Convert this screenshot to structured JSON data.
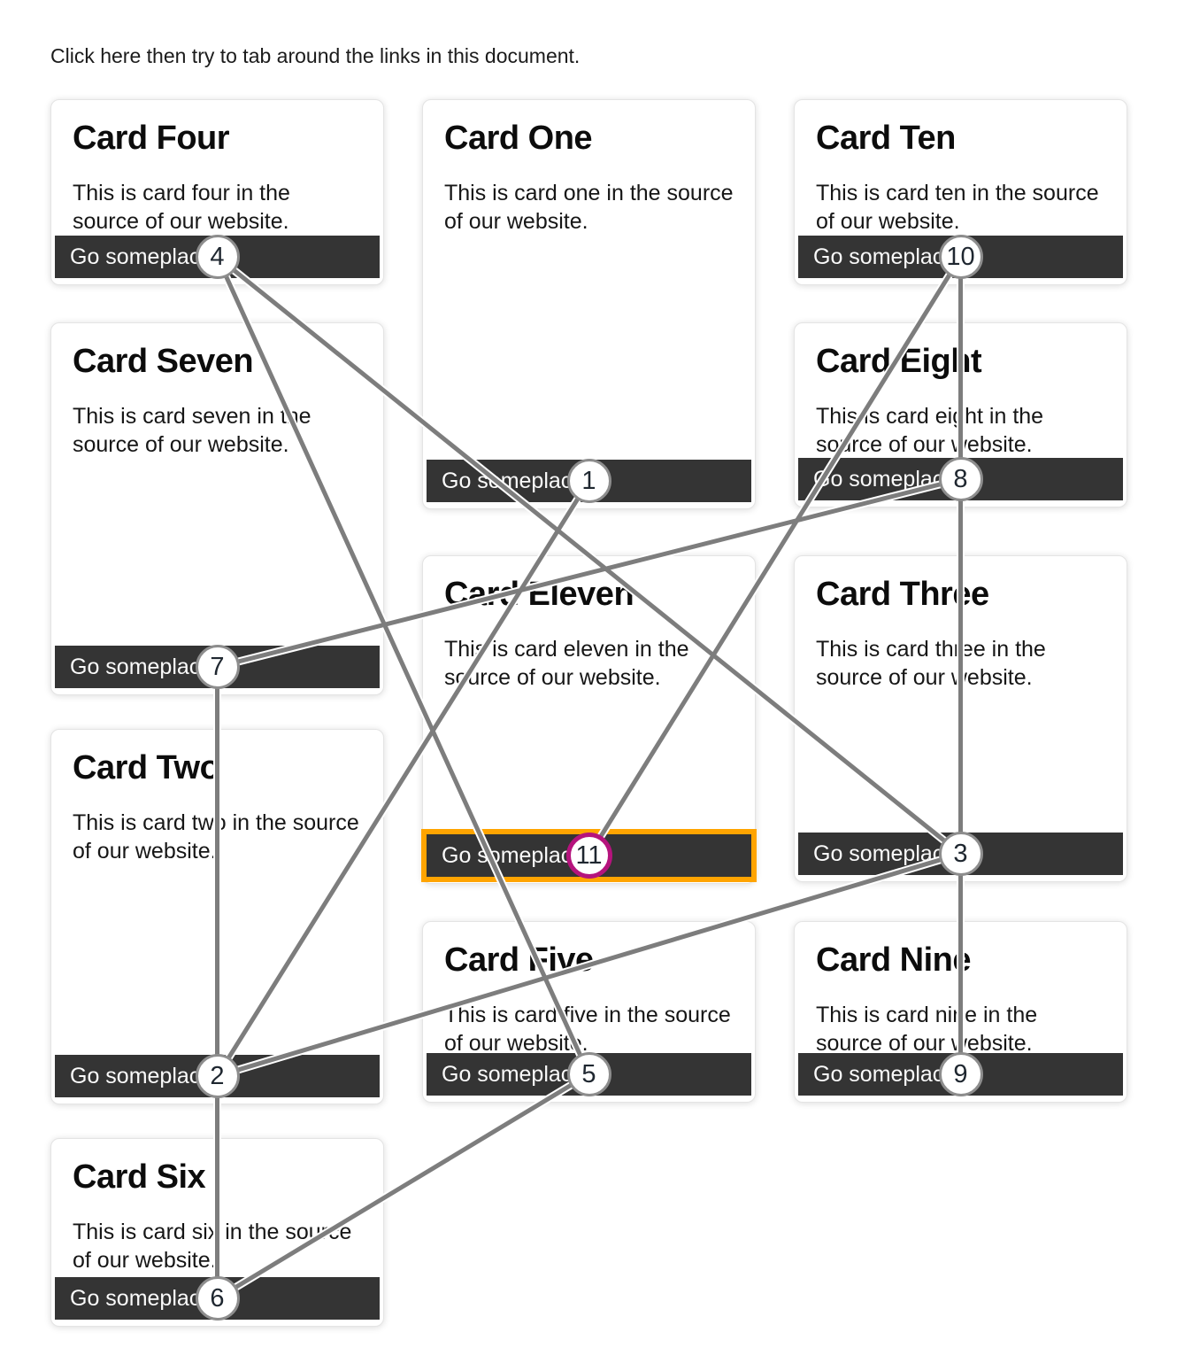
{
  "page": {
    "instruction": "Click here then try to tab around the links in this document."
  },
  "colors": {
    "line": "#7d7d7d",
    "marker_ring": "#8d8d8d",
    "current_marker_ring": "#b5137d",
    "focus_outline": "#ffa400",
    "button_bg": "#343434"
  },
  "cards": [
    {
      "key": "four",
      "title": "Card Four",
      "body": "This is card four in the source of our website.",
      "button_label": "Go someplace",
      "tab_index": 4,
      "focused": false
    },
    {
      "key": "one",
      "title": "Card One",
      "body": "This is card one in the source of our website.",
      "button_label": "Go someplace",
      "tab_index": 1,
      "focused": false
    },
    {
      "key": "ten",
      "title": "Card Ten",
      "body": "This is card ten in the source of our website.",
      "button_label": "Go someplace",
      "tab_index": 10,
      "focused": false
    },
    {
      "key": "seven",
      "title": "Card Seven",
      "body": "This is card seven in the source of our website.",
      "button_label": "Go someplace",
      "tab_index": 7,
      "focused": false
    },
    {
      "key": "eight",
      "title": "Card Eight",
      "body": "This is card eight in the source of our website.",
      "button_label": "Go someplace",
      "tab_index": 8,
      "focused": false
    },
    {
      "key": "eleven",
      "title": "Card Eleven",
      "body": "This is card eleven in the source of our website.",
      "button_label": "Go someplace",
      "tab_index": 11,
      "focused": true
    },
    {
      "key": "three",
      "title": "Card Three",
      "body": "This is card three in the source of our website.",
      "button_label": "Go someplace",
      "tab_index": 3,
      "focused": false
    },
    {
      "key": "two",
      "title": "Card Two",
      "body": "This is card two in the source of our website.",
      "button_label": "Go someplace",
      "tab_index": 2,
      "focused": false
    },
    {
      "key": "five",
      "title": "Card Five",
      "body": "This is card five in the source of our website.",
      "button_label": "Go someplace",
      "tab_index": 5,
      "focused": false
    },
    {
      "key": "nine",
      "title": "Card Nine",
      "body": "This is card nine in the source of our website.",
      "button_label": "Go someplace",
      "tab_index": 9,
      "focused": false
    },
    {
      "key": "six",
      "title": "Card Six",
      "body": "This is card six in the source of our website.",
      "button_label": "Go someplace",
      "tab_index": 6,
      "focused": false
    }
  ]
}
